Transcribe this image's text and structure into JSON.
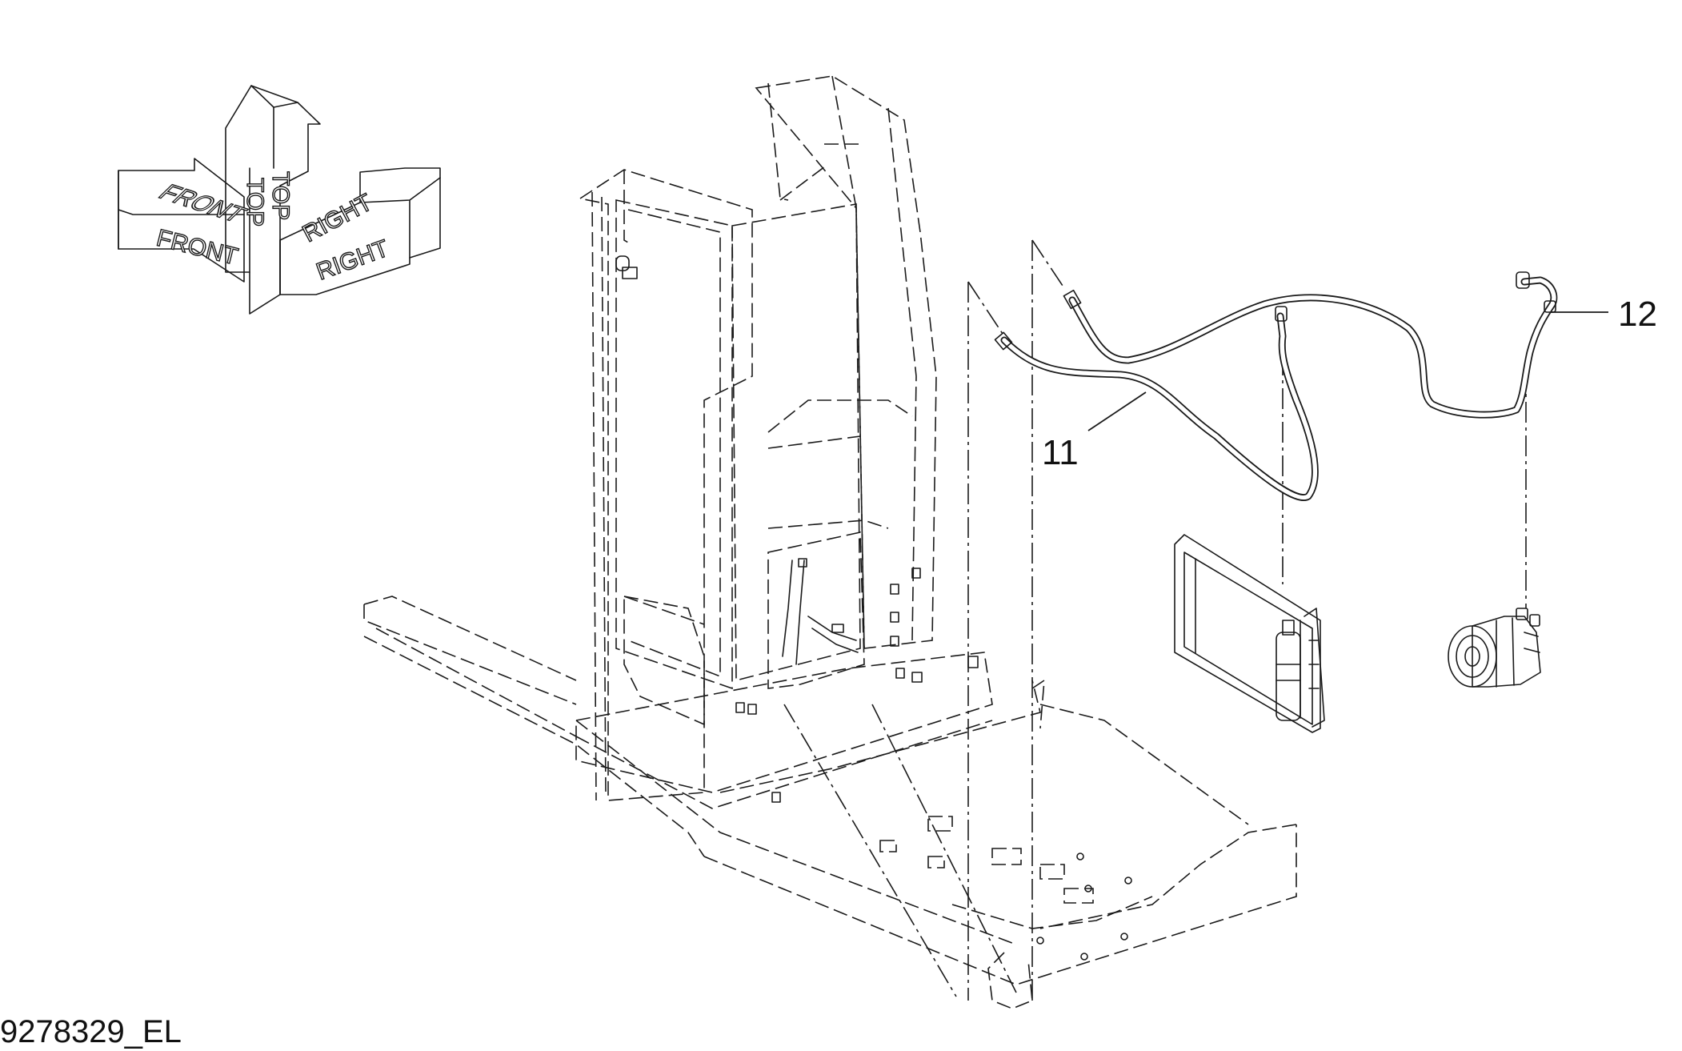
{
  "orientation": {
    "front_top": "FRONT",
    "front_side": "FRONT",
    "top_left": "TOP",
    "top_right": "TOP",
    "right_top": "RIGHT",
    "right_side": "RIGHT"
  },
  "callouts": {
    "hose_11": "11",
    "hose_12": "12"
  },
  "drawing_code": "9278329_EL",
  "colors": {
    "line": "#1a1a1a",
    "background": "#ffffff"
  }
}
